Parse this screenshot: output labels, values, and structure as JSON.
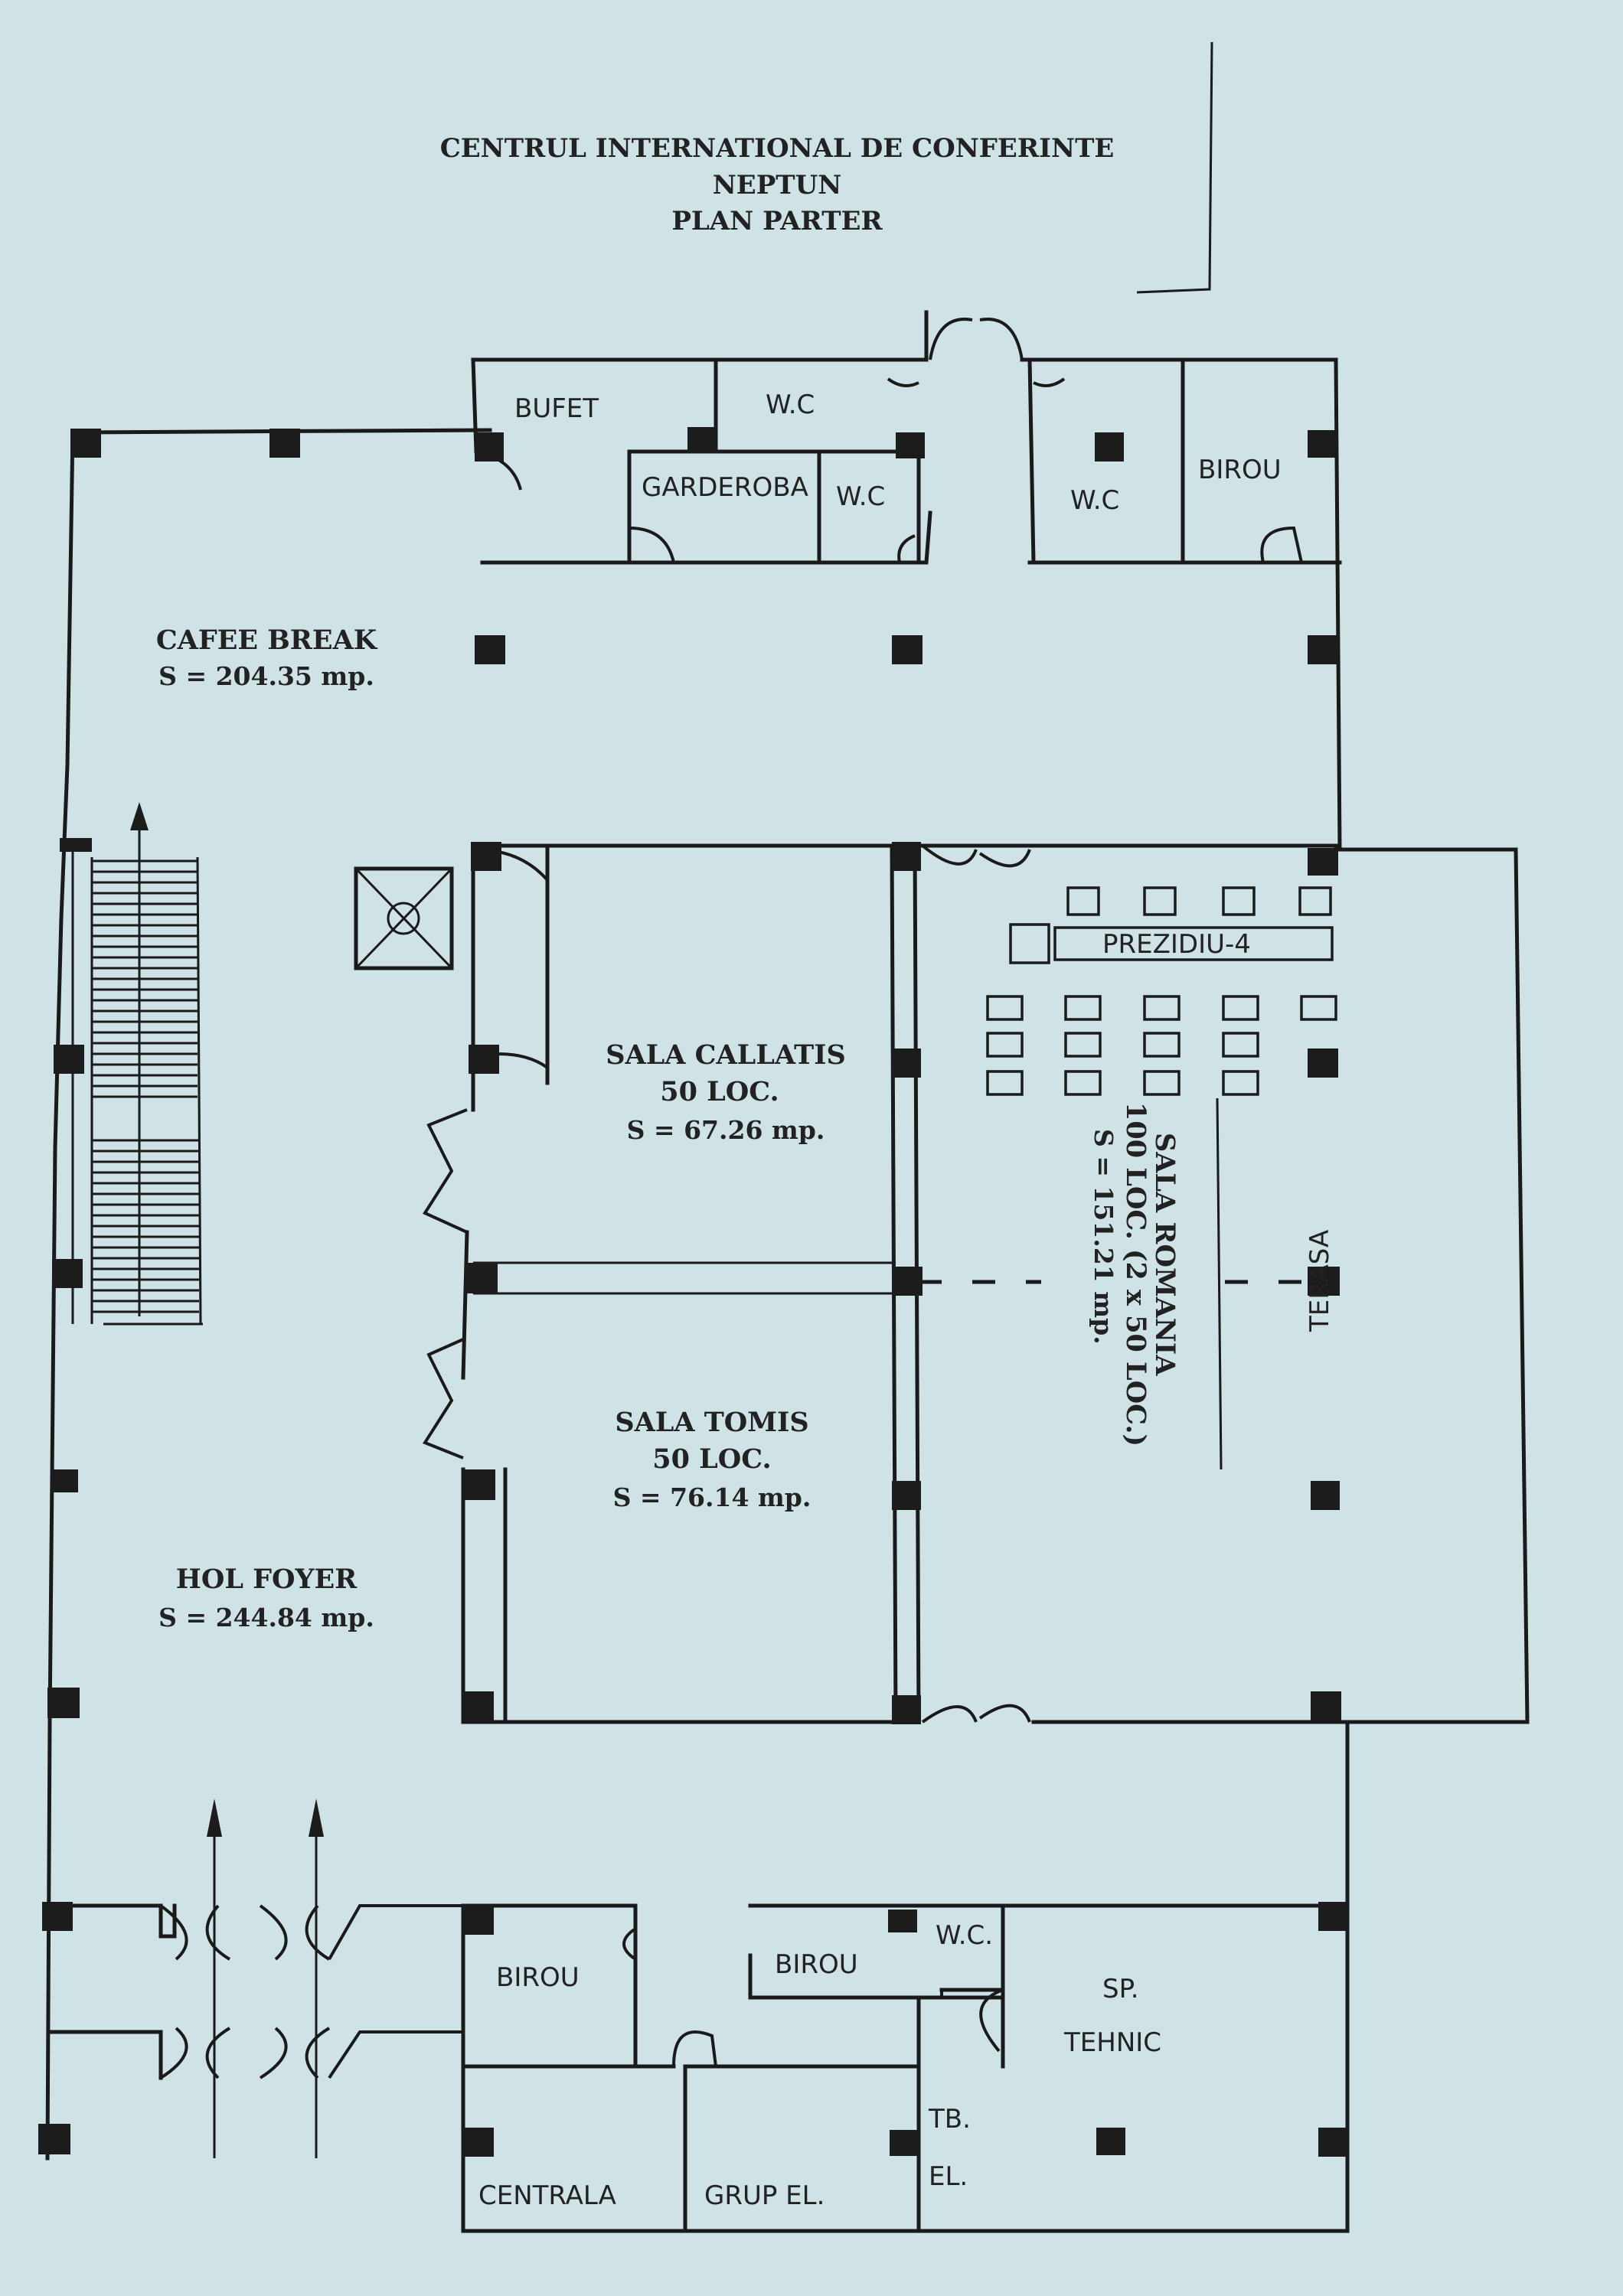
{
  "title": {
    "line1": "CENTRUL INTERNATIONAL DE CONFERINTE",
    "line2": "NEPTUN",
    "line3": "PLAN PARTER"
  },
  "rooms": {
    "cafee_break": {
      "name": "CAFEE BREAK",
      "area": "S = 204.35 mp."
    },
    "sala_callatis": {
      "name": "SALA CALLATIS",
      "seats": "50 LOC.",
      "area": "S = 67.26 mp."
    },
    "sala_tomis": {
      "name": "SALA TOMIS",
      "seats": "50 LOC.",
      "area": "S = 76.14 mp."
    },
    "sala_romania": {
      "name": "SALA ROMANIA",
      "seats": "100 LOC. (2 x 50 LOC.)",
      "area": "S = 151.21 mp."
    },
    "hol_foyer": {
      "name": "HOL FOYER",
      "area": "S = 244.84 mp."
    }
  },
  "handwritten": {
    "bufet": "BUFET",
    "wc1": "W.C",
    "garderoba": "GARDEROBA",
    "wc2": "W.C",
    "wc3": "W.C",
    "birou_top": "BIROU",
    "prezidiu": "PREZIDIU-4",
    "terasa": "TERASA",
    "birou_left": "BIROU",
    "birou_mid": "BIROU",
    "wc4": "W.C.",
    "sp_tehnic_1": "SP.",
    "sp_tehnic_2": "TEHNIC",
    "tb_1": "TB.",
    "tb_2": "EL.",
    "centrala": "CENTRALA",
    "grup_el": "GRUP EL."
  }
}
